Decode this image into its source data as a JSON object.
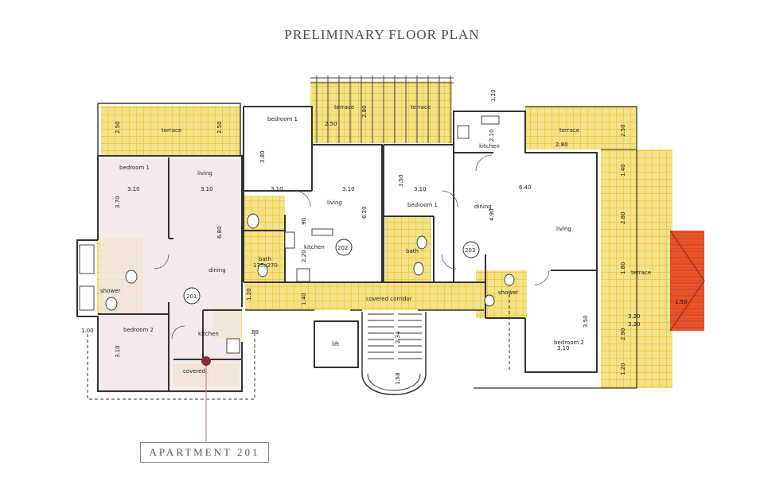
{
  "title": "PRELIMINARY FLOOR PLAN",
  "callout": {
    "label": "APARTMENT 201"
  },
  "colors": {
    "tile_yellow": "#f4e28a",
    "tile_grid": "#e8b800",
    "apartment_201_tint": "#f2e6e8",
    "roof_red": "#e8542c",
    "callout_dot": "#8b2a3c",
    "callout_line": "#b78a94",
    "wall": "#333333"
  },
  "rooms": {
    "terrace_201": "terrace",
    "bedroom1_201": "bedroom 1",
    "living_201": "living",
    "dining_201": "dining",
    "unit_201": "201",
    "bedroom2_201": "bedroom 2",
    "kitchen_201": "kitchen",
    "covered_201": "covered",
    "bedroom1_202": "bedroom 1",
    "living_202": "living",
    "kitchen_202": "kitchen",
    "bath_202": "bath",
    "bath_202_size": "175x270",
    "unit_202": "202",
    "terrace_top_a": "terrace",
    "terrace_top_b": "terrace",
    "bedroom1_203": "bedroom 1",
    "bath_203": "bath",
    "unit_203": "203",
    "dining_203": "dining",
    "living_203": "living",
    "kitchen_203": "kitchen",
    "terrace_203_top": "terrace",
    "terrace_203_side": "terrace",
    "shower_203": "shower",
    "bedroom2_203": "bedroom 2",
    "shower_201": "shower",
    "covered_corridor": "covered corridor",
    "lift": "lift"
  },
  "dimensions": {
    "d_250_a": "2.50",
    "d_250_b": "2.50",
    "d_310_a": "3.10",
    "d_310_b": "3.10",
    "d_370": "3.70",
    "d_680": "6.80",
    "d_310_c": "3.10",
    "d_100": "1.00",
    "d_88": ".88",
    "d_120_a": "1.20",
    "d_380": "3.80",
    "d_310_d": "3.10",
    "d_310_e": "3.10",
    "d_620": "6.20",
    "d_90": ".90",
    "d_220": "2.20",
    "d_140": "1.40",
    "d_250_c": "2.50",
    "d_280": "2.80",
    "d_350_a": "3.50",
    "d_310_f": "3.10",
    "d_640": "6.40",
    "d_490": "4.90",
    "d_210": "2.10",
    "d_280_b": "2.80",
    "d_250_d": "2.50",
    "d_140_b": "1.40",
    "d_280_c": "2.80",
    "d_180": "1.80",
    "d_320_a": "3.20",
    "d_320_b": "3.20",
    "d_350_b": "3.50",
    "d_310_g": "3.10",
    "d_290": "2.90",
    "d_120_b": "1.20",
    "d_158": "1.58",
    "d_234": "2.34",
    "d_150": "1.50",
    "d_120_c": "1.20"
  }
}
